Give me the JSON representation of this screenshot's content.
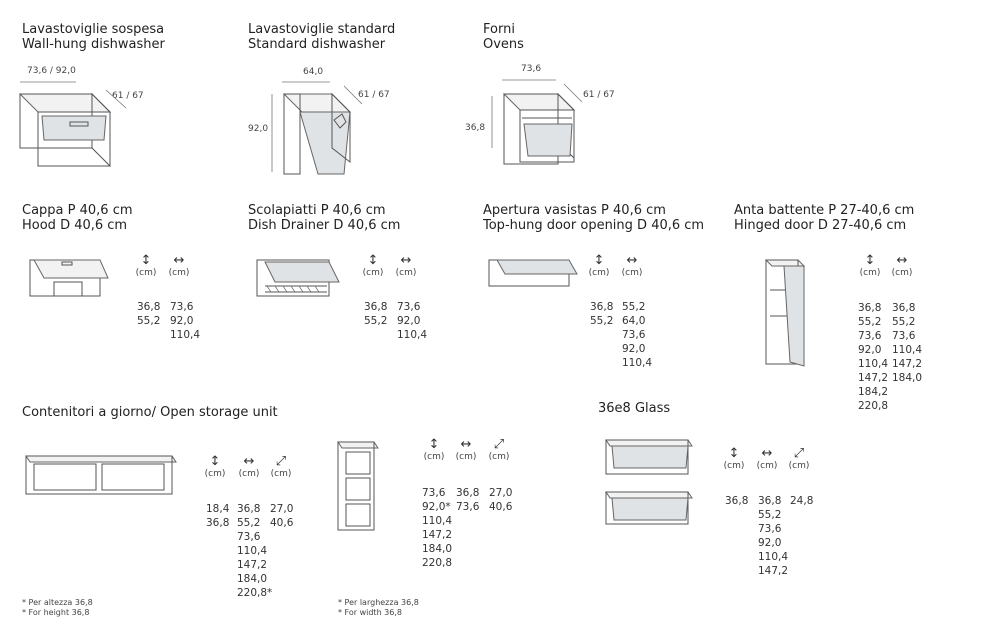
{
  "sections": {
    "wallhung": {
      "it": "Lavastoviglie sospesa",
      "en": "Wall-hung dishwasher",
      "w": "73,6 / 92,0",
      "d": "61 / 67"
    },
    "standard": {
      "it": "Lavastoviglie standard",
      "en": "Standard dishwasher",
      "w": "64,0",
      "h": "92,0",
      "d": "61 / 67"
    },
    "ovens": {
      "it": "Forni",
      "en": "Ovens",
      "w": "73,6",
      "h": "36,8",
      "d": "61 / 67"
    },
    "hood": {
      "it": "Cappa P 40,6 cm",
      "en": "Hood D 40,6 cm",
      "heights": [
        "36,8",
        "55,2"
      ],
      "widths": [
        "73,6",
        "92,0",
        "110,4"
      ]
    },
    "drainer": {
      "it": "Scolapiatti P 40,6 cm",
      "en": "Dish Drainer D 40,6 cm",
      "heights": [
        "36,8",
        "55,2"
      ],
      "widths": [
        "73,6",
        "92,0",
        "110,4"
      ]
    },
    "tophung": {
      "it": "Apertura vasistas P 40,6 cm",
      "en": "Top-hung door opening D 40,6 cm",
      "heights": [
        "36,8",
        "55,2"
      ],
      "widths": [
        "55,2",
        "64,0",
        "73,6",
        "92,0",
        "110,4"
      ]
    },
    "hinged": {
      "it": "Anta battente P 27-40,6 cm",
      "en": "Hinged door D 27-40,6 cm",
      "heights": [
        "36,8",
        "55,2",
        "73,6",
        "92,0",
        "110,4",
        "147,2",
        "184,2",
        "220,8"
      ],
      "widths": [
        "36,8",
        "55,2",
        "73,6",
        "110,4",
        "147,2",
        "184,0"
      ]
    },
    "openstorage": {
      "title": "Contenitori a giorno/ Open storage unit",
      "a_heights": [
        "18,4",
        "36,8"
      ],
      "a_widths": [
        "36,8",
        "55,2",
        "73,6",
        "110,4",
        "147,2",
        "184,0",
        "220,8*"
      ],
      "a_depths": [
        "27,0",
        "40,6"
      ],
      "note_a_it": "* Per altezza 36,8",
      "note_a_en": "* For height 36,8",
      "b_heights": [
        "73,6",
        "92,0*",
        "110,4",
        "147,2",
        "184,0",
        "220,8"
      ],
      "b_widths": [
        "36,8",
        "73,6"
      ],
      "b_depths": [
        "27,0",
        "40,6"
      ],
      "note_b_it": "* Per larghezza 36,8",
      "note_b_en": "* For width 36,8"
    },
    "glass": {
      "title": "36e8 Glass",
      "heights": [
        "36,8"
      ],
      "widths": [
        "36,8",
        "55,2",
        "73,6",
        "92,0",
        "110,4",
        "147,2"
      ],
      "depths": [
        "24,8"
      ]
    }
  },
  "labels": {
    "unit": "(cm)",
    "height_icon": "↕",
    "width_icon": "↔",
    "depth_icon": "⤢"
  },
  "icons": [
    "height-arrow-icon",
    "width-arrow-icon",
    "depth-arrow-icon"
  ]
}
